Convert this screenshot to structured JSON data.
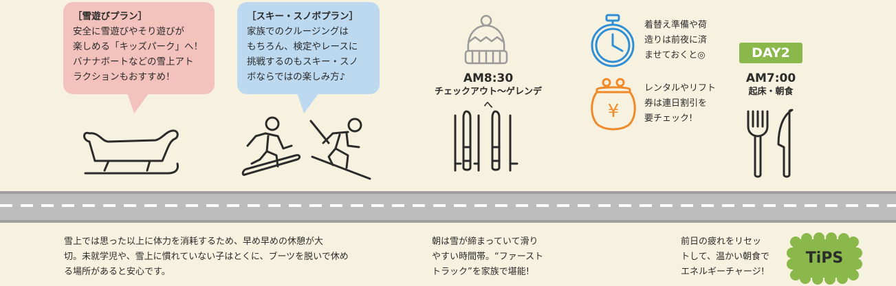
{
  "bubbles": [
    {
      "title": "［雪遊びプラン］",
      "text": "安全に雪遊びやそり遊びが\n楽しめる「キッズパーク」へ！\nバナナボートなどの雪上アト\nラクションもおすすめ！"
    },
    {
      "title": "［スキー・スノボプラン］",
      "text": "家族でのクルージングは\nもちろん、検定やレースに\n挑戦するのもスキー・スノ\nボならではの楽しみ方♪"
    }
  ],
  "schedule": {
    "checkout": {
      "time": "AM8:30",
      "label": "チェックアウト～ゲレンデへ"
    },
    "day2": {
      "badge": "DAY2",
      "time": "AM7:00",
      "label": "起床・朝食"
    }
  },
  "notes": {
    "clock": "着替え準備や荷\n造りは前夜に済\nませておくと◎",
    "purse": "レンタルやリフト\n券は連日割引を\n要チェック!"
  },
  "tips": {
    "rest": "雪上では思った以上に体力を消耗するため、早め早めの休憩が大\n切。未就学児や、雪上に慣れていない子はとくに、ブーツを脱いで休め\nる場所があると安心です。",
    "track": "朝は雪が締まっていて滑り\nやすい時間帯。“ファースト\nトラック”を家族で堪能!",
    "breakfast": "前日の疲れをリセッ\nトして、温かい朝食で\nエネルギーチャージ!",
    "badge": "TiPS"
  },
  "icons": {
    "purse_symbol": "¥"
  },
  "colors": {
    "background": "#f7f1df",
    "pink": "#f3c2bd",
    "blue": "#bcd9ef",
    "green": "#8ab84a",
    "clock": "#2f8fd6",
    "purse": "#ef8a2a"
  }
}
